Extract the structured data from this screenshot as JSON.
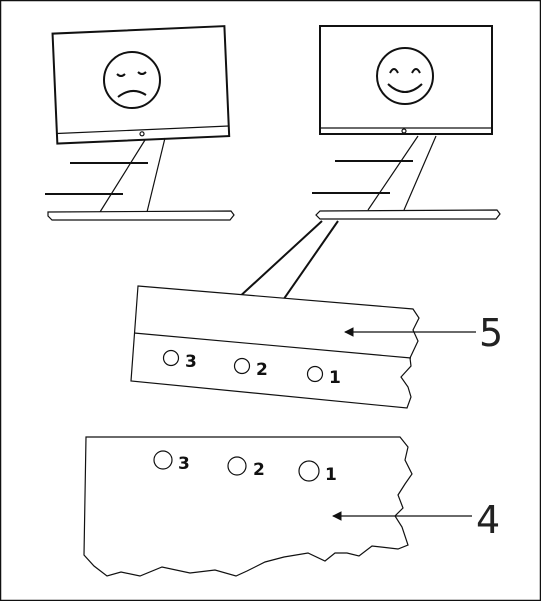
{
  "panel_callouts": {
    "upper": "5",
    "lower": "4"
  },
  "upper_panel_holes": [
    "3",
    "2",
    "1"
  ],
  "lower_panel_holes": [
    "3",
    "2",
    "1"
  ],
  "monitor_left_face": "sad-face",
  "monitor_right_face": "happy-face"
}
